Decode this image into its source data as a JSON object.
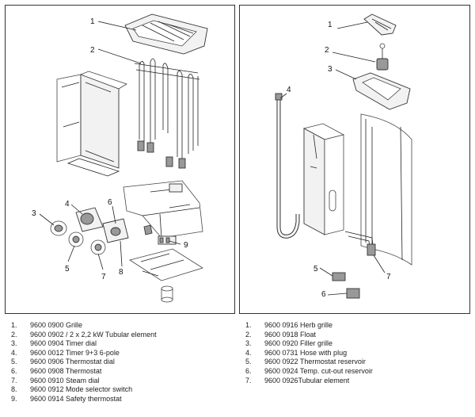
{
  "left": {
    "callouts": [
      "1",
      "2",
      "3",
      "4",
      "5",
      "6",
      "7",
      "8",
      "9"
    ],
    "parts": [
      {
        "n": "1.",
        "text": "9600 0900 Grille"
      },
      {
        "n": "2.",
        "text": "9600 0902 / 2 x 2,2 kW Tubular element"
      },
      {
        "n": "3.",
        "text": "9600 0904 Timer dial"
      },
      {
        "n": "4.",
        "text": "9600 0012 Timer 9+3 6-pole"
      },
      {
        "n": "5.",
        "text": "9600 0906 Thermostat dial"
      },
      {
        "n": "6.",
        "text": "9600 0908 Thermostat"
      },
      {
        "n": "7.",
        "text": "9600 0910 Steam dial"
      },
      {
        "n": "8.",
        "text": "9600 0912 Mode selector switch"
      },
      {
        "n": "9.",
        "text": "9600 0914 Safety thermostat"
      }
    ]
  },
  "right": {
    "callouts": [
      "1",
      "2",
      "3",
      "4",
      "5",
      "6",
      "7"
    ],
    "parts": [
      {
        "n": "1.",
        "text": "9600 0916 Herb grille"
      },
      {
        "n": "2.",
        "text": "9600 0918 Float"
      },
      {
        "n": "3.",
        "text": "9600 0920 Filler grille"
      },
      {
        "n": "4.",
        "text": "9600 0731 Hose with plug"
      },
      {
        "n": "5.",
        "text": "9600 0922 Thermostat reservoir"
      },
      {
        "n": "6.",
        "text": "9600 0924 Temp. cut-out reservoir"
      },
      {
        "n": "7.",
        "text": "9600 0926Tubular element"
      }
    ]
  }
}
